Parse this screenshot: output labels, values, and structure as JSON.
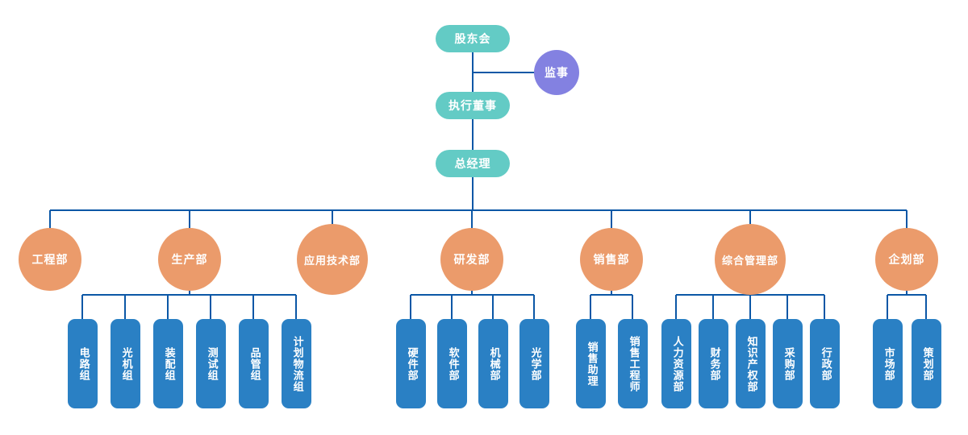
{
  "palette": {
    "teal": "#63cbc5",
    "purple": "#8381e1",
    "orange": "#eb9b6b",
    "blue": "#2a80c4",
    "line": "#0b57a6",
    "node_text": "#ffffff",
    "background": "#ffffff"
  },
  "org": {
    "shareholders": "股东会",
    "supervisor": "监事",
    "executive_director": "执行董事",
    "general_manager": "总经理",
    "departments": [
      {
        "label": "工程部",
        "children": []
      },
      {
        "label": "生产部",
        "children": [
          "电路组",
          "光机组",
          "装配组",
          "测试组",
          "品管组",
          "计划物流组"
        ]
      },
      {
        "label": "应用技术部",
        "children": []
      },
      {
        "label": "研发部",
        "children": [
          "硬件部",
          "软件部",
          "机械部",
          "光学部"
        ]
      },
      {
        "label": "销售部",
        "children": [
          "销售助理",
          "销售工程师"
        ]
      },
      {
        "label": "综合管理部",
        "children": [
          "人力资源部",
          "财务部",
          "知识产权部",
          "采购部",
          "行政部"
        ]
      },
      {
        "label": "企划部",
        "children": [
          "市场部",
          "策划部"
        ]
      }
    ]
  }
}
